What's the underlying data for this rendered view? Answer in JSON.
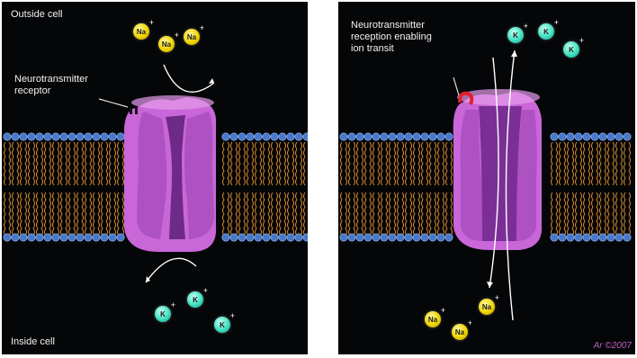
{
  "left_panel": {
    "outside_label": "Outside cell",
    "inside_label": "Inside cell",
    "receptor_label_line1": "Neurotransmitter",
    "receptor_label_line2": "receptor",
    "ions_top": [
      "Na",
      "Na",
      "Na"
    ],
    "ions_bottom": [
      "K",
      "K",
      "K"
    ]
  },
  "right_panel": {
    "reception_label_line1": "Neurotransmitter",
    "reception_label_line2": "reception enabling",
    "reception_label_line3": "ion transit",
    "ions_top": [
      "K",
      "K",
      "K"
    ],
    "ions_bottom": [
      "Na",
      "Na",
      "Na"
    ],
    "signature": "Ar ©2007"
  },
  "ion_charge": "+",
  "colors": {
    "background": "#050608",
    "channel": "#d77ee0",
    "lipid_head": "#4a78c8",
    "lipid_tail": "#d98b2e",
    "sodium_ion": "#f0d400",
    "potassium_ion": "#3fe0c0",
    "receptor_bound": "#e0202a"
  }
}
